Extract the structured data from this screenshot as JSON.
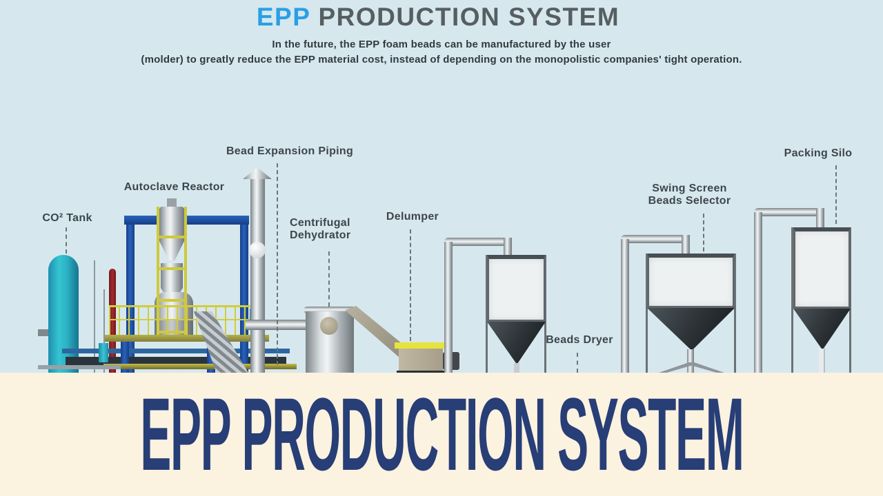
{
  "header": {
    "title_highlight": "EPP",
    "title_rest": " PRODUCTION SYSTEM",
    "subtitle_line1": "In the future, the EPP foam beads can be manufactured by the user",
    "subtitle_line2": "(molder) to greatly reduce the EPP material cost, instead of depending on the monopolistic companies' tight operation."
  },
  "labels": {
    "co2_tank": "CO² Tank",
    "autoclave_reactor": "Autoclave Reactor",
    "bead_expansion_piping": "Bead Expansion Piping",
    "centrifugal_dehydrator_line1": "Centrifugal",
    "centrifugal_dehydrator_line2": "Dehydrator",
    "delumper": "Delumper",
    "beads_dryer": "Beads Dryer",
    "swing_screen_line1": "Swing Screen",
    "swing_screen_line2": "Beads Selector",
    "packing_silo": "Packing Silo"
  },
  "banner": {
    "text": "EPP PRODUCTION SYSTEM"
  },
  "colors": {
    "bg": "#d6e8ee",
    "title-accent": "#2b9fe6",
    "title-main": "#575e62",
    "subtitle": "#313a3e",
    "label": "#3d464b",
    "leader": "#6b7579",
    "banner-bg": "#fcf2e0",
    "banner-text": "#273e76",
    "frame-blue": "#1d52a2",
    "frame-yellow": "#cfc93c",
    "tank-teal": "#2ab5c6",
    "pipe-red": "#8c2125",
    "hopper-dark": "#23282c"
  }
}
